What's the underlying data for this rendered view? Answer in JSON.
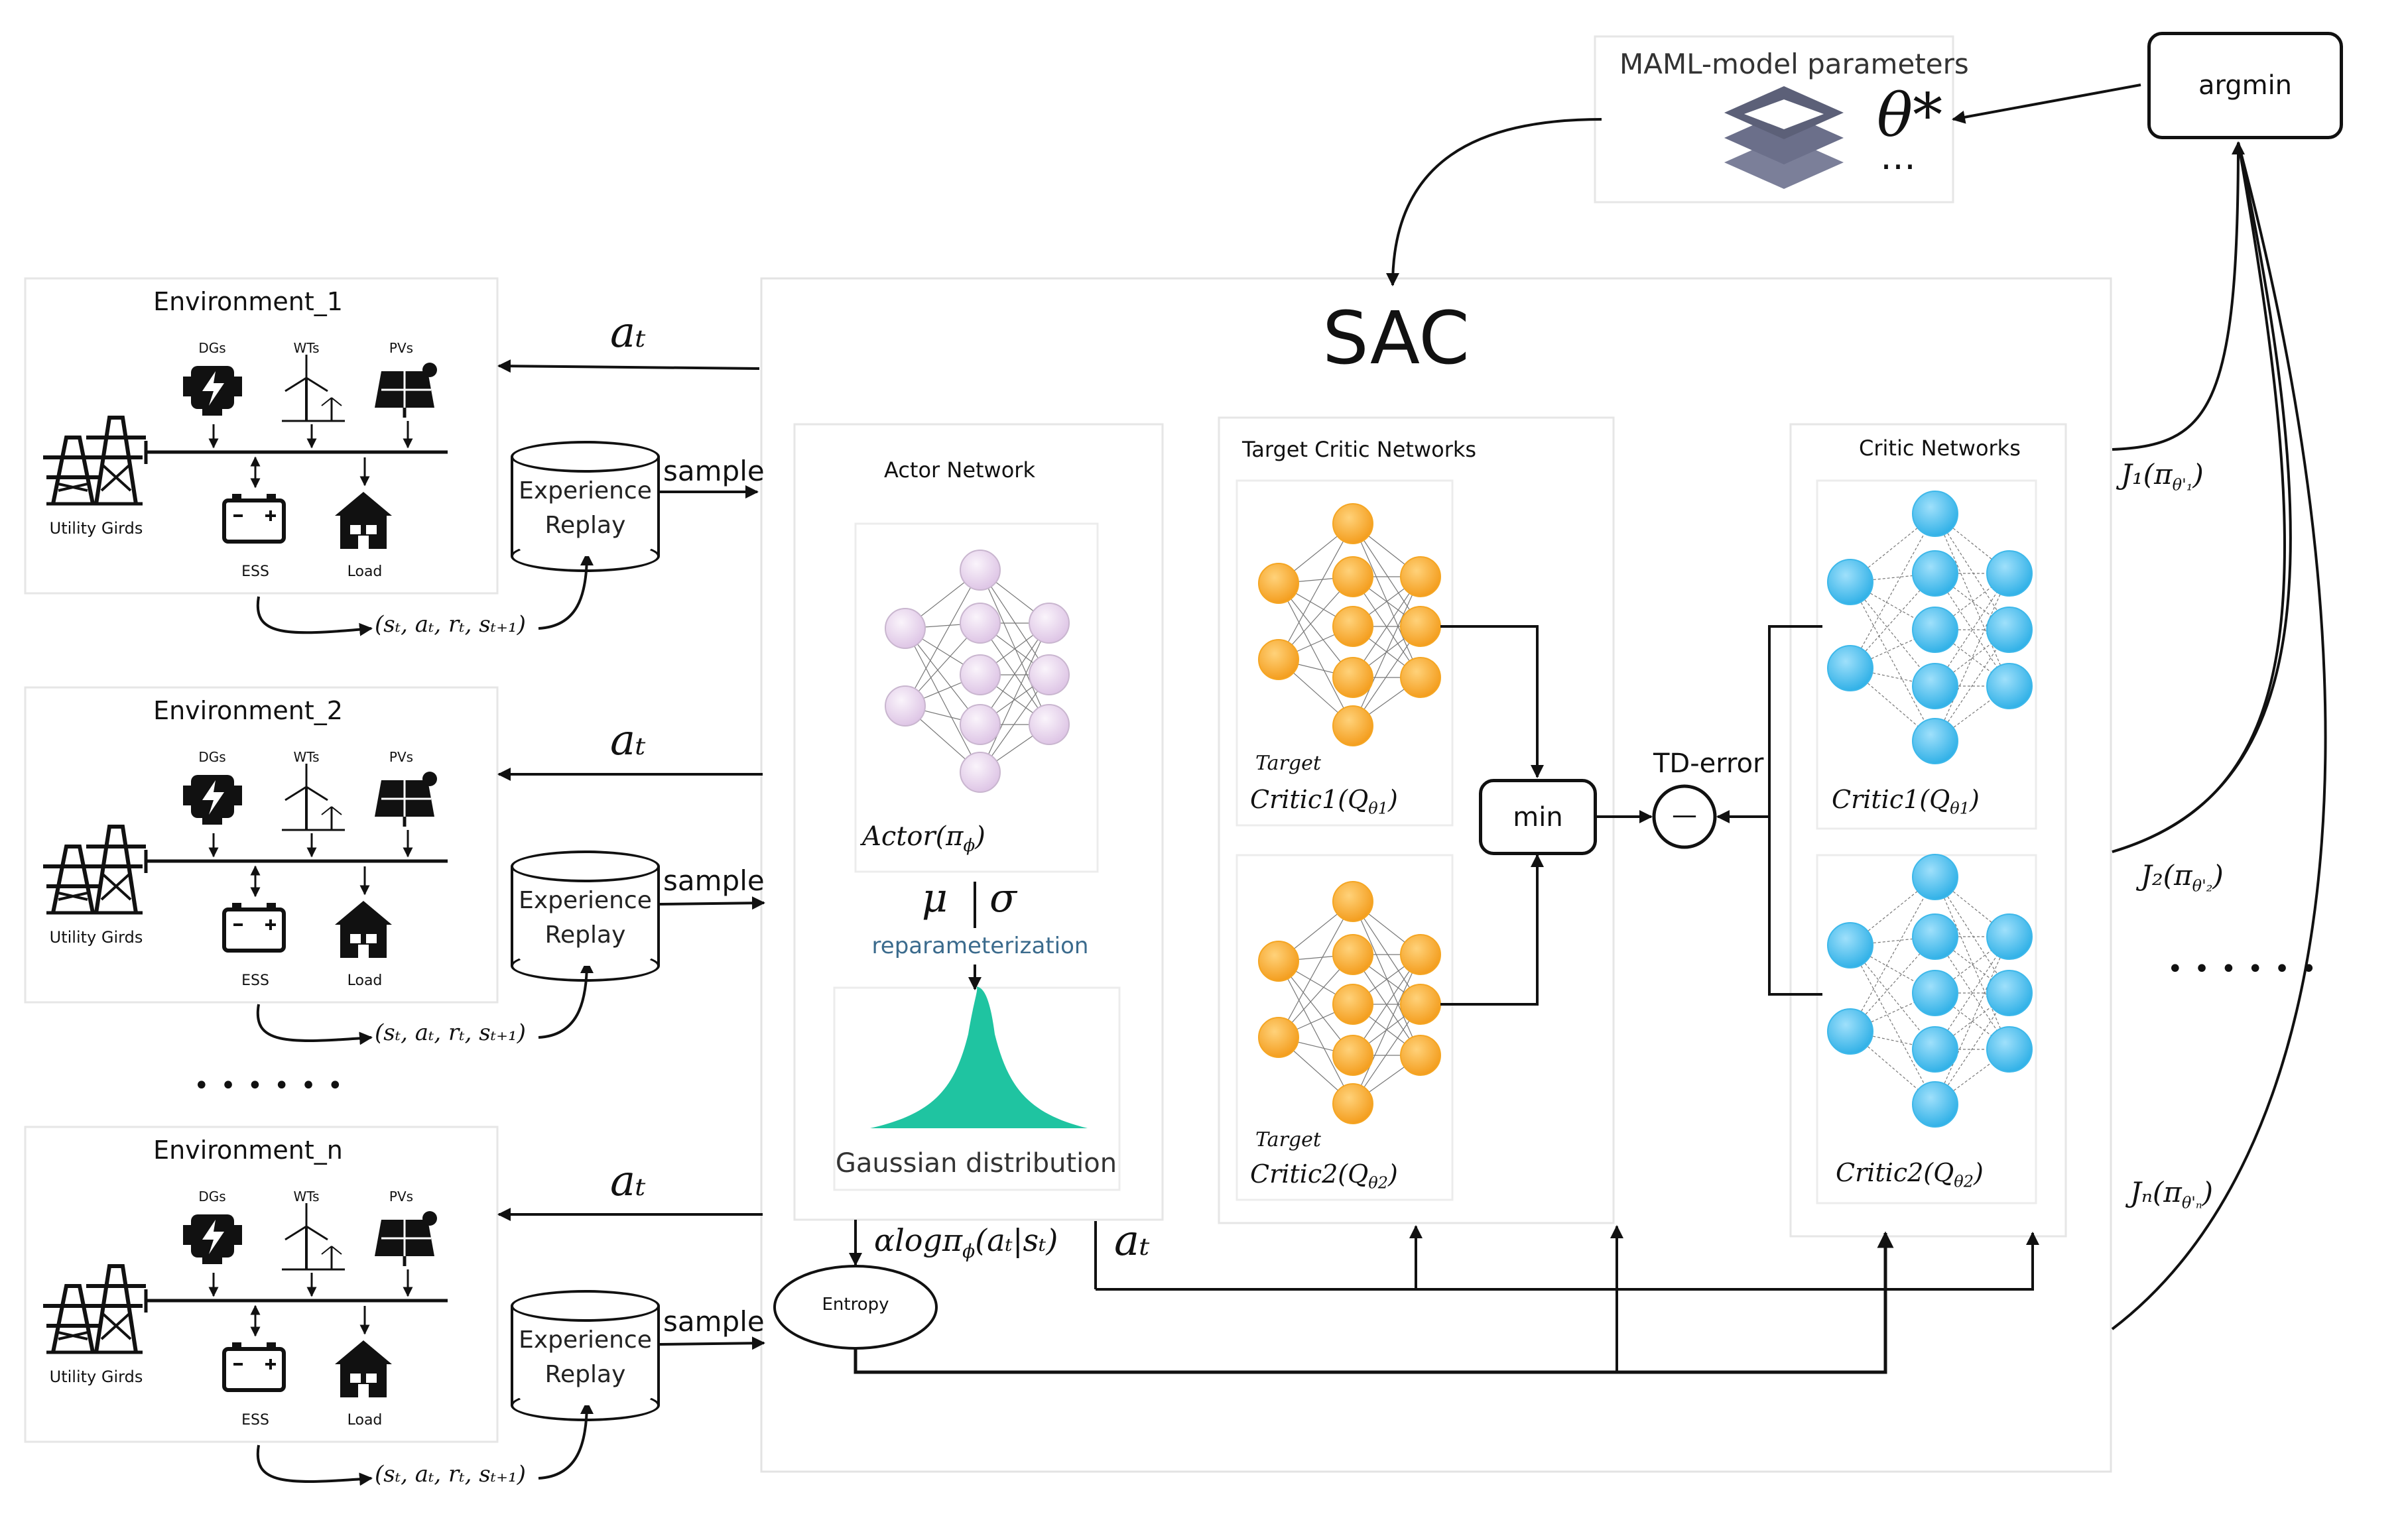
{
  "maml": {
    "title": "MAML-model parameters",
    "theta": "θ*",
    "dots": "…"
  },
  "argmin": "argmin",
  "sac": {
    "title": "SAC"
  },
  "environments": [
    {
      "title": "Environment_1"
    },
    {
      "title": "Environment_2"
    },
    {
      "title": "Environment_n"
    }
  ],
  "env_labels": {
    "dgs": "DGs",
    "wts": "WTs",
    "pvs": "PVs",
    "utility": "Utility Girds",
    "ess": "ESS",
    "load": "Load"
  },
  "replay": {
    "line1": "Experience",
    "line2": "Replay",
    "sample": "sample",
    "transition": "(sₜ, aₜ, rₜ, sₜ₊₁)"
  },
  "action": "aₜ",
  "env_ellipsis": "• • • • • •",
  "right_ellipsis": "• • • • • •",
  "actor": {
    "title": "Actor Network",
    "net_label": "Actor(π",
    "net_sub": "ϕ",
    "mu": "μ",
    "sigma": "σ",
    "reparam": "reparameterization",
    "gaussian": "Gaussian distribution"
  },
  "target_critic": {
    "title": "Target Critic Networks",
    "target_word": "Target",
    "critic1": "Critic1(Q",
    "critic2": "Critic2(Q",
    "sub1": "θ1",
    "sub2": "θ2"
  },
  "critic": {
    "title": "Critic Networks",
    "critic1": "Critic1(Q",
    "critic2": "Critic2(Q",
    "sub1": "θ1",
    "sub2": "θ2"
  },
  "min": "min",
  "td_error": "TD-error",
  "minus": "—",
  "entropy": {
    "label": "Entropy",
    "formula_a": "αlogπ",
    "formula_sub": "ϕ",
    "formula_b": "(aₜ|sₜ)"
  },
  "at_out": "aₜ",
  "objectives": {
    "j1": "J₁(π",
    "j2": "J₂(π",
    "jn": "Jₙ(π",
    "s1": "θ'₁",
    "s2": "θ'₂",
    "sn": "θ'ₙ"
  },
  "colors": {
    "orange": "#f5a623",
    "blue": "#3db8ea",
    "purple": "#ead6ef",
    "teal": "#1fc4a1",
    "line": "#111111"
  }
}
